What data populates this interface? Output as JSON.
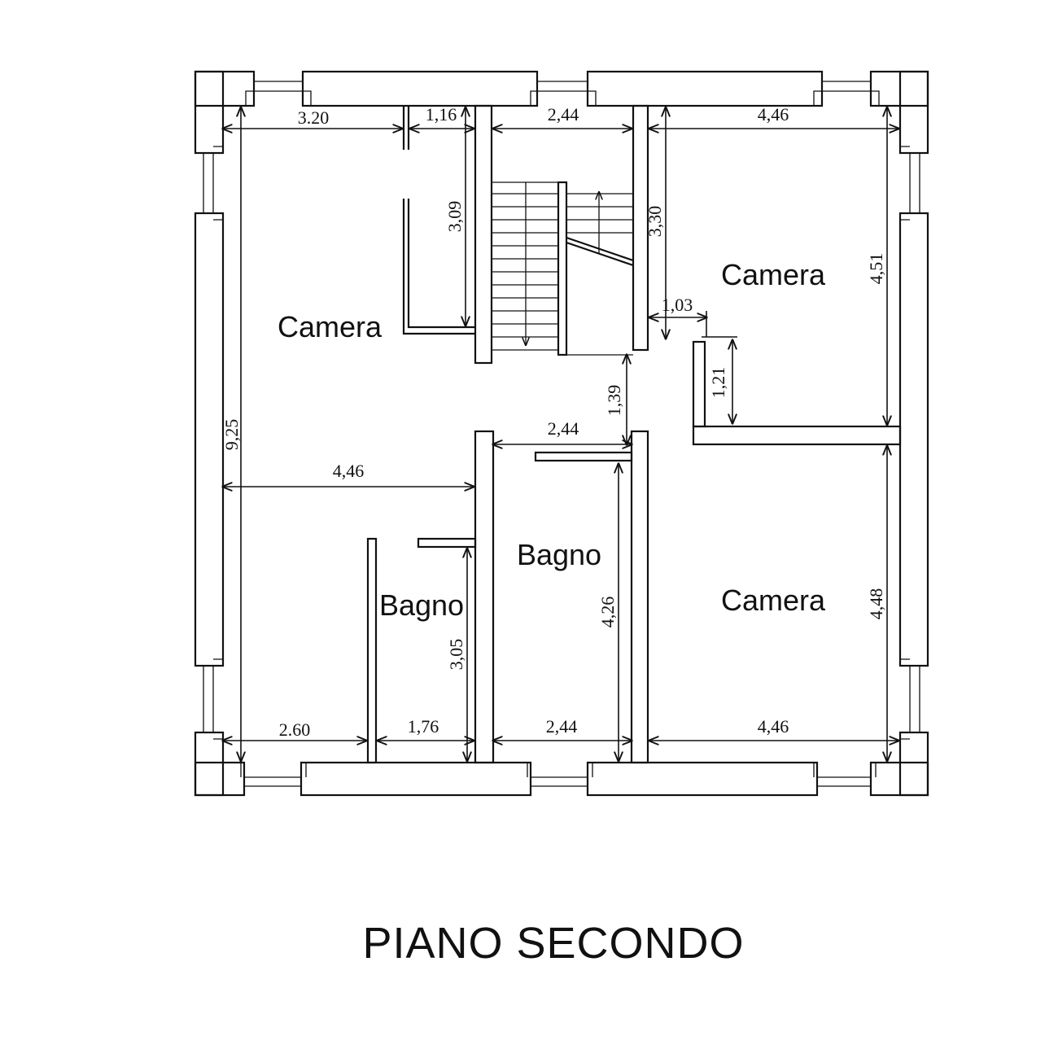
{
  "title": "PIANO SECONDO",
  "rooms": {
    "camera_top_left": "Camera",
    "camera_top_right": "Camera",
    "camera_bottom_right": "Camera",
    "bagno_left": "Bagno",
    "bagno_center": "Bagno"
  },
  "dimensions": {
    "tl_width_a": "3.20",
    "tl_width_b": "1,16",
    "stair_width": "2,44",
    "tr_width": "4,46",
    "closet_height": "3,09",
    "stair_height": "3,30",
    "tr_height": "4,51",
    "landing_width": "1,03",
    "landing_height": "1,21",
    "hall_height": "1,39",
    "total_height": "9,25",
    "left_mid_width": "4,46",
    "center_bath_top_width": "2,44",
    "center_bath_height": "4,26",
    "br_height": "4,48",
    "left_bath_height": "3,05",
    "bl_width_a": "2.60",
    "bl_width_b": "1,76",
    "center_bath_bottom_width": "2,44",
    "br_width": "4,46"
  }
}
